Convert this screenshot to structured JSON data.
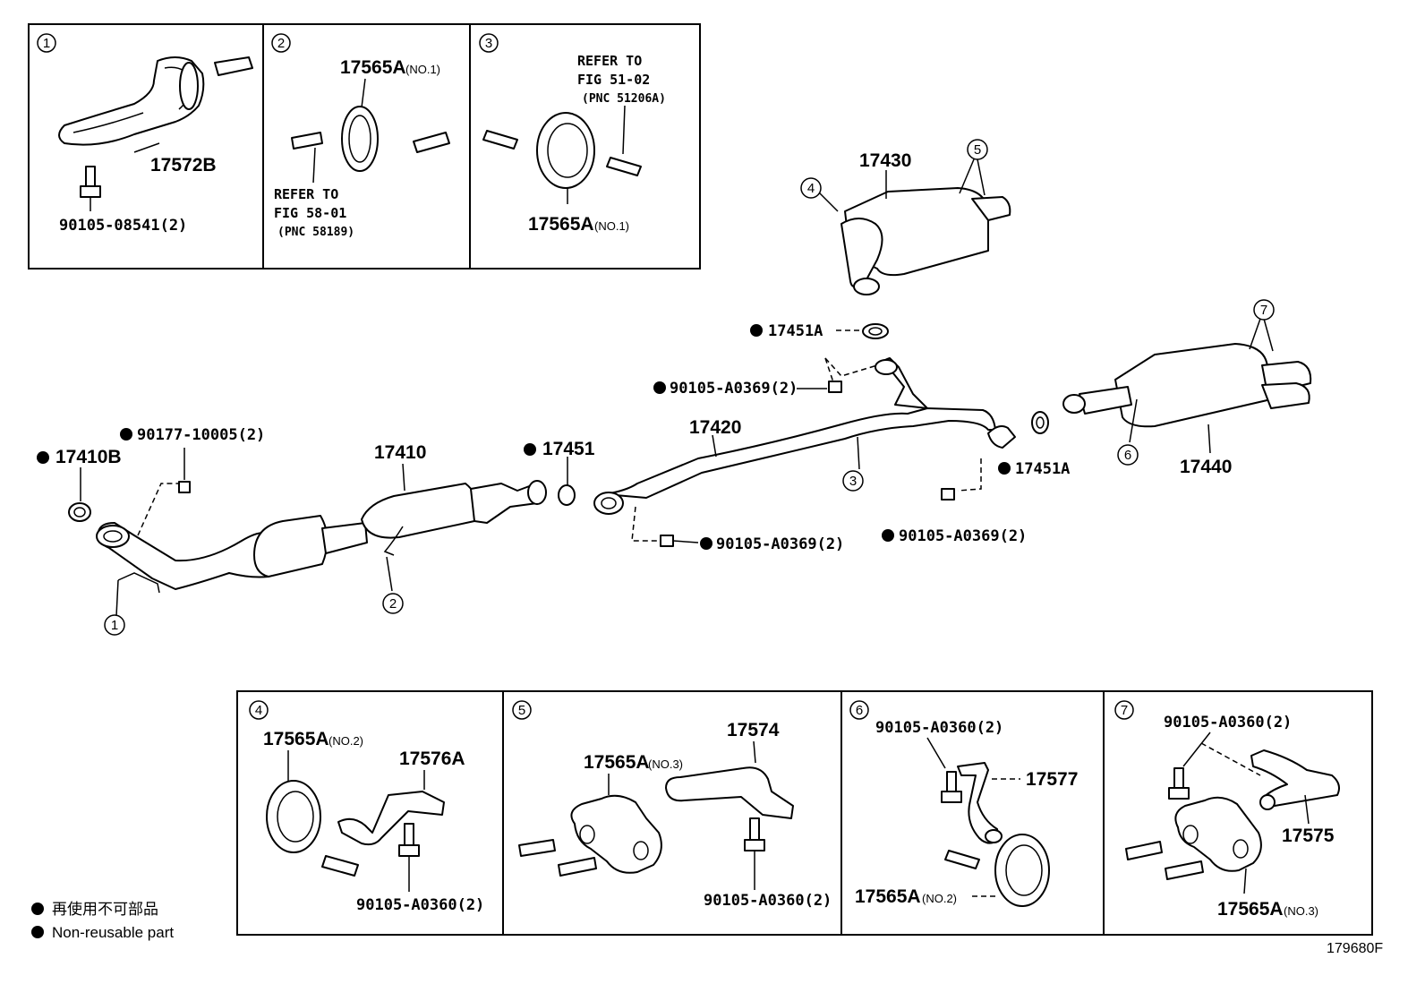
{
  "callouts": [
    "1",
    "2",
    "3",
    "4",
    "5",
    "6",
    "7"
  ],
  "inset_1": {
    "labels": [
      "17572B",
      "90105-08541(2)"
    ]
  },
  "inset_2": {
    "part": "17565A",
    "part_sub": "(NO.1)",
    "refer": "REFER TO",
    "fig": "FIG 58-01",
    "pnc": "(PNC 58189)"
  },
  "inset_3": {
    "refer": "REFER TO",
    "fig": "FIG 51-02",
    "pnc": "(PNC 51206A)",
    "part": "17565A",
    "part_sub": "(NO.1)"
  },
  "main": {
    "labels": {
      "p17430": "17430",
      "p17451A_top": "17451A",
      "p90105_a0369_top": "90105-A0369(2)",
      "p17420": "17420",
      "p17451A_mid": "17451A",
      "p90105_a0369_right": "90105-A0369(2)",
      "p90105_a0369_mid": "90105-A0369(2)",
      "p17440": "17440",
      "p90177": "90177-10005(2)",
      "p17410B": "17410B",
      "p17410": "17410",
      "p17451": "17451"
    }
  },
  "inset_4": {
    "part": "17565A",
    "part_sub": "(NO.2)",
    "bracket": "17576A",
    "bolt": "90105-A0360(2)"
  },
  "inset_5": {
    "part": "17565A",
    "part_sub": "(NO.3)",
    "bracket": "17574",
    "bolt": "90105-A0360(2)"
  },
  "inset_6": {
    "bolt": "90105-A0360(2)",
    "bracket": "17577",
    "part": "17565A",
    "part_sub": "(NO.2)"
  },
  "inset_7": {
    "bolt": "90105-A0360(2)",
    "bracket": "17575",
    "part": "17565A",
    "part_sub": "(NO.3)"
  },
  "legend": {
    "jp": "再使用不可部品",
    "en": "Non-reusable part"
  },
  "figure_id": "179680F"
}
